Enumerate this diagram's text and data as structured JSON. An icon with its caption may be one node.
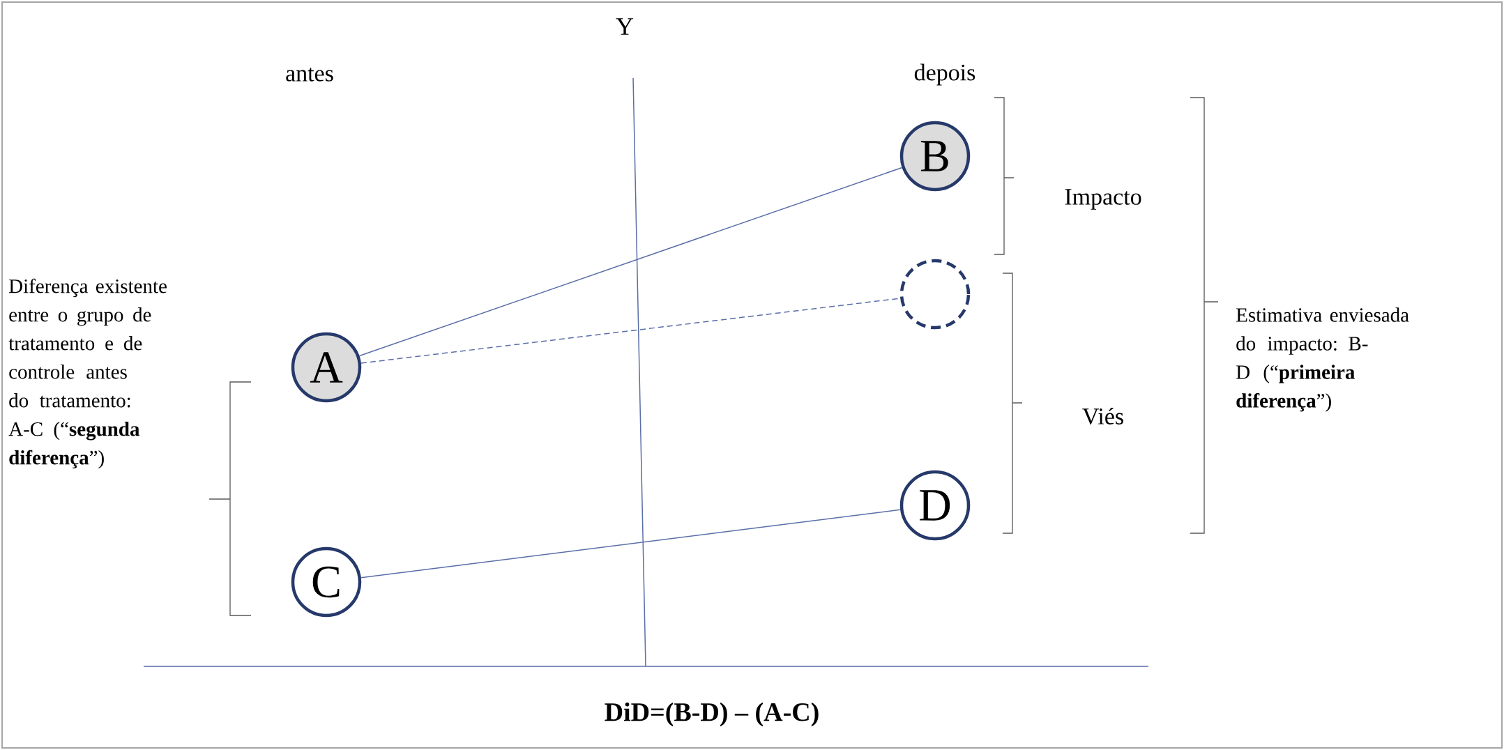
{
  "diagram": {
    "caption": "DiD=(B-D) – (A-C)",
    "nodes": [
      {
        "text": [
          "B"
        ]
      },
      {
        "text": [],
        "shape": "circle"
      },
      {
        "text": [
          "A"
        ]
      },
      {
        "text": [
          "D"
        ]
      },
      {
        "text": [
          "C"
        ]
      }
    ],
    "edges": [
      {
        "from": 2,
        "to": 0,
        "arrow": "none"
      },
      {
        "from": 2,
        "to": 1,
        "arrow": "none",
        "style": "dashed"
      },
      {
        "from": 4,
        "to": 3,
        "arrow": "none"
      }
    ],
    "labels": [
      "Y",
      "antes",
      "depois",
      "Impacto",
      "Diferença existente entre o grupo de tratamento e de controle antes do tratamento: A-C (“**segunda diferença**”)",
      "Estimativa enviesada do impacto: B-D (“**primeira diferença**”)",
      "Viés"
    ]
  }
}
